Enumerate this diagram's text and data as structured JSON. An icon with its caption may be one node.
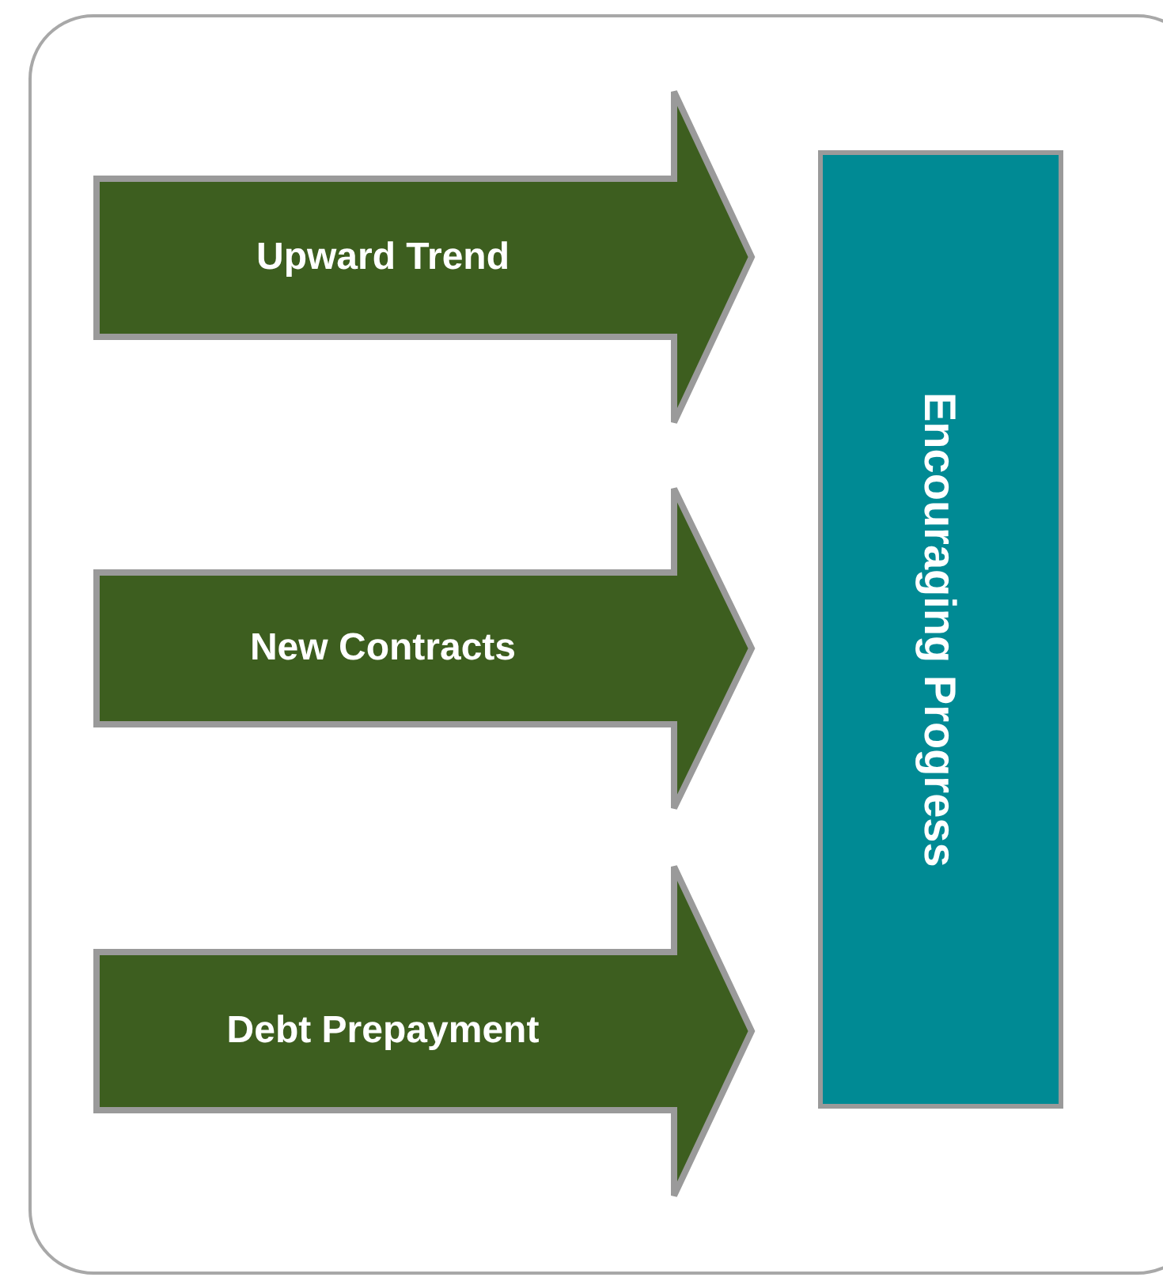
{
  "diagram": {
    "nodes": [
      {
        "text": [
          "Upward Trend"
        ]
      },
      {
        "text": [
          "New Contracts"
        ]
      },
      {
        "text": [
          "Debt Prepayment"
        ]
      },
      {
        "text": [
          "Encouraging Progress"
        ]
      }
    ]
  }
}
